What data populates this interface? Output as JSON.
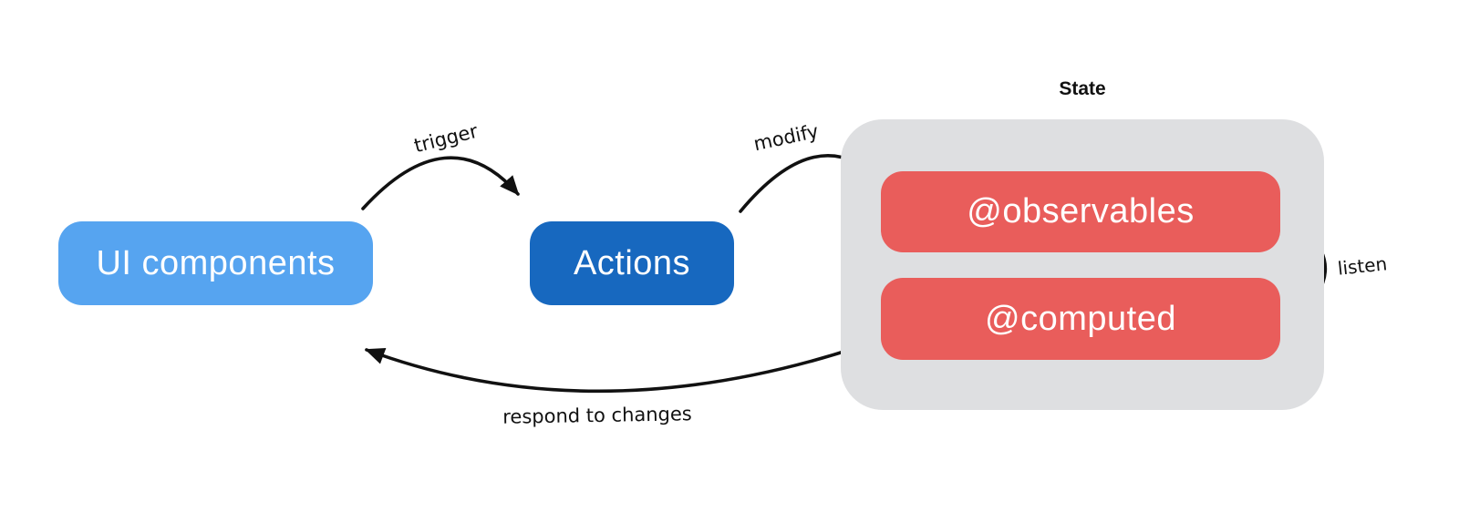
{
  "state": {
    "title": "State"
  },
  "nodes": {
    "ui_components": {
      "label": "UI components"
    },
    "actions": {
      "label": "Actions"
    },
    "observables": {
      "label": "@observables"
    },
    "computed": {
      "label": "@computed"
    }
  },
  "edges": {
    "trigger": {
      "label": "trigger",
      "from": "ui_components",
      "to": "actions"
    },
    "modify": {
      "label": "modify",
      "from": "actions",
      "to": "observables"
    },
    "listen": {
      "label": "listen",
      "from": "computed",
      "to": "observables"
    },
    "respond": {
      "label": "respond to changes",
      "from": "computed",
      "to": "ui_components"
    }
  },
  "colors": {
    "ui_components_bg": "#56A4F0",
    "actions_bg": "#1768BF",
    "state_container_bg": "#DEDFE1",
    "observables_bg": "#E95D5B",
    "computed_bg": "#E95D5B",
    "arrow_stroke": "#111111",
    "node_text": "#FFFFFF",
    "label_text": "#111111",
    "background": "#FFFFFF"
  }
}
